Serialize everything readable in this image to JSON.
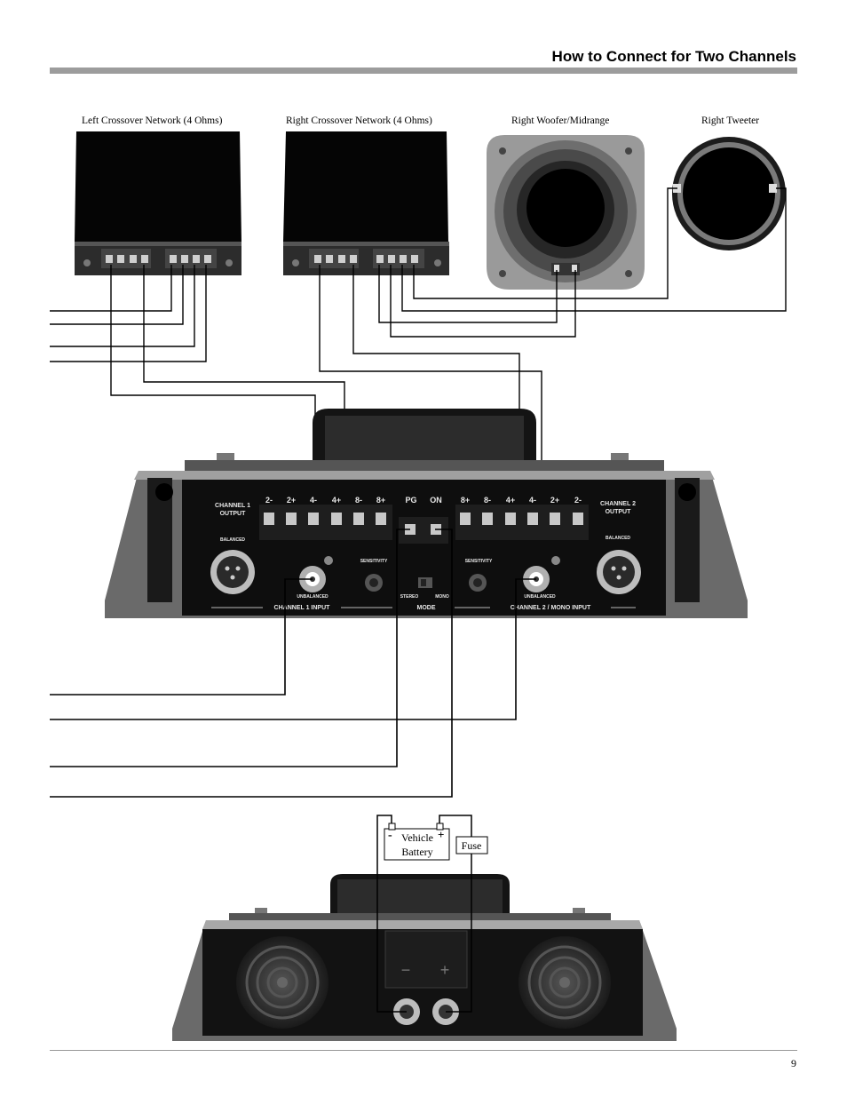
{
  "header": {
    "title": "How to Connect for Two Channels"
  },
  "components": {
    "left_crossover": "Left Crossover Network (4 Ohms)",
    "right_crossover": "Right Crossover Network (4 Ohms)",
    "right_woofer": "Right Woofer/Midrange",
    "right_tweeter": "Right Tweeter"
  },
  "amp_panel": {
    "channel1_output": [
      "CHANNEL 1",
      "OUTPUT"
    ],
    "channel2_output": [
      "CHANNEL 2",
      "OUTPUT"
    ],
    "terminals_left": [
      "2-",
      "2+",
      "4-",
      "4+",
      "8-",
      "8+"
    ],
    "terminals_center": [
      "PG",
      "ON"
    ],
    "terminals_right": [
      "8+",
      "8-",
      "4+",
      "4-",
      "2+",
      "2-"
    ],
    "balanced": "BALANCED",
    "unbalanced": "UNBALANCED",
    "sensitivity": "SENSITIVITY",
    "stereo": "STEREO",
    "mono": "MONO",
    "mode": "MODE",
    "channel1_input": "CHANNEL 1 INPUT",
    "channel2_input": "CHANNEL 2 / MONO INPUT"
  },
  "power": {
    "battery_label": [
      "Vehicle",
      "Battery"
    ],
    "battery_neg": "-",
    "battery_pos": "+",
    "fuse": "Fuse",
    "panel_neg": "−",
    "panel_pos": "+"
  },
  "footer": {
    "page_number": "9"
  }
}
